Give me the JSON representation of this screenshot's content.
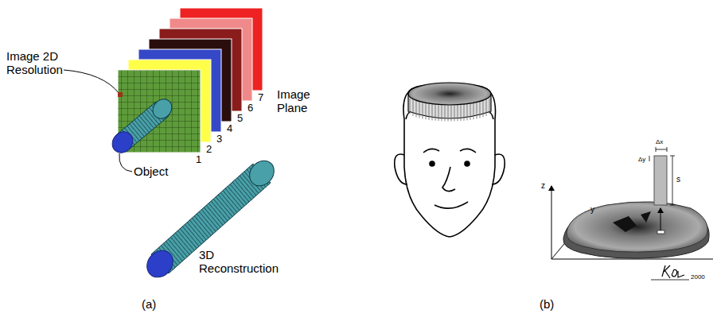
{
  "diagram": {
    "labels": [
      "Image 2D Resolution",
      "Object",
      "Image Plane",
      "1",
      "2",
      "3",
      "4",
      "5",
      "6",
      "7",
      "3D Reconstruction",
      "(a)",
      "(b)",
      "z",
      "y",
      "Δy",
      "Δx",
      "s",
      "2000"
    ]
  }
}
